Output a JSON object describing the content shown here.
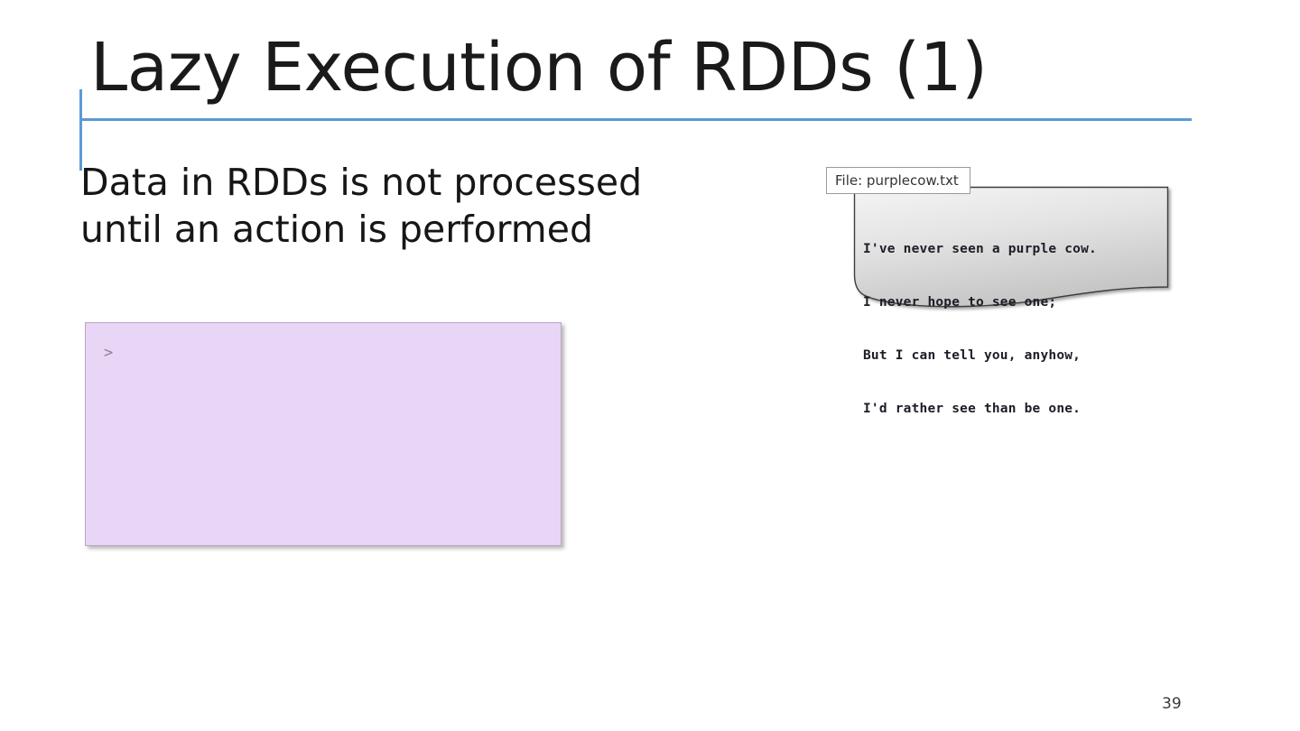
{
  "slide": {
    "title": "Lazy Execution of RDDs (1)",
    "page_number": "39",
    "accent_color": "#5b9bd5",
    "background_color": "#ffffff"
  },
  "body": {
    "line1": "Data in RDDs is not processed",
    "line2": "until an action is performed"
  },
  "console": {
    "prompt": ">",
    "fill_color": "#e9d5f5",
    "border_color": "#b9a8c4",
    "prompt_color": "#8d7f98"
  },
  "file_graphic": {
    "label": "File: purplecow.txt",
    "paper_color_top": "#f2f2f2",
    "paper_color_bottom": "#c9c9c9",
    "lines": [
      "I've never seen a purple cow.",
      "I never hope to see one;",
      "But I can tell you, anyhow,",
      "I'd rather see than be one."
    ]
  }
}
